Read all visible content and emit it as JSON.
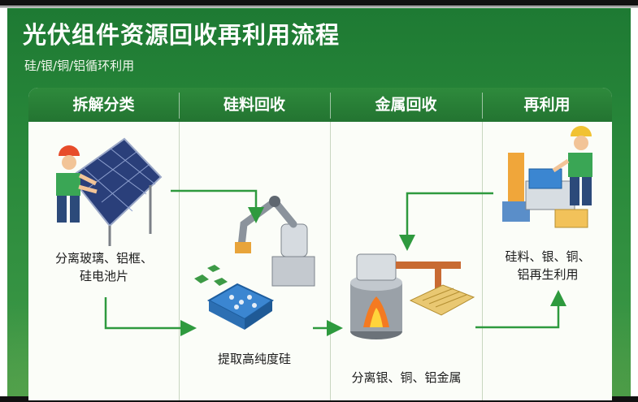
{
  "title": "光伏组件资源回收再利用流程",
  "subtitle": "硅/银/铜/铝循环利用",
  "columns": [
    {
      "title": "拆解分类",
      "caption_line1": "分离玻璃、铝框、",
      "caption_line2": "硅电池片"
    },
    {
      "title": "硅料回收",
      "caption_line1": "提取高纯度硅",
      "caption_line2": ""
    },
    {
      "title": "金属回收",
      "caption_line1": "分离银、铜、铝金属",
      "caption_line2": ""
    },
    {
      "title": "再利用",
      "caption_line1": "硅料、银、铜、",
      "caption_line2": "铝再生利用"
    }
  ],
  "colors": {
    "header": "#2e8a3c",
    "arrow": "#2e9a3e",
    "background": "#2b8b3c"
  }
}
